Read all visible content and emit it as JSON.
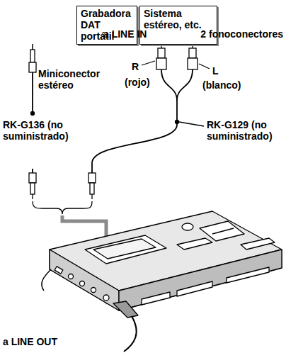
{
  "diagram": {
    "nodes": [
      {
        "text": [
          "Grabadora DAT portátil"
        ]
      },
      {
        "text": [
          "Sistema estéreo, etc."
        ]
      }
    ],
    "labels": [
      "a LINE IN",
      "2 fonoconectores",
      "Miniconector estéreo",
      "R",
      "(rojo)",
      "L",
      "(blanco)",
      "RK-G136 (no suministrado)",
      "RK-G129 (no suministrado)",
      "a LINE OUT"
    ]
  }
}
